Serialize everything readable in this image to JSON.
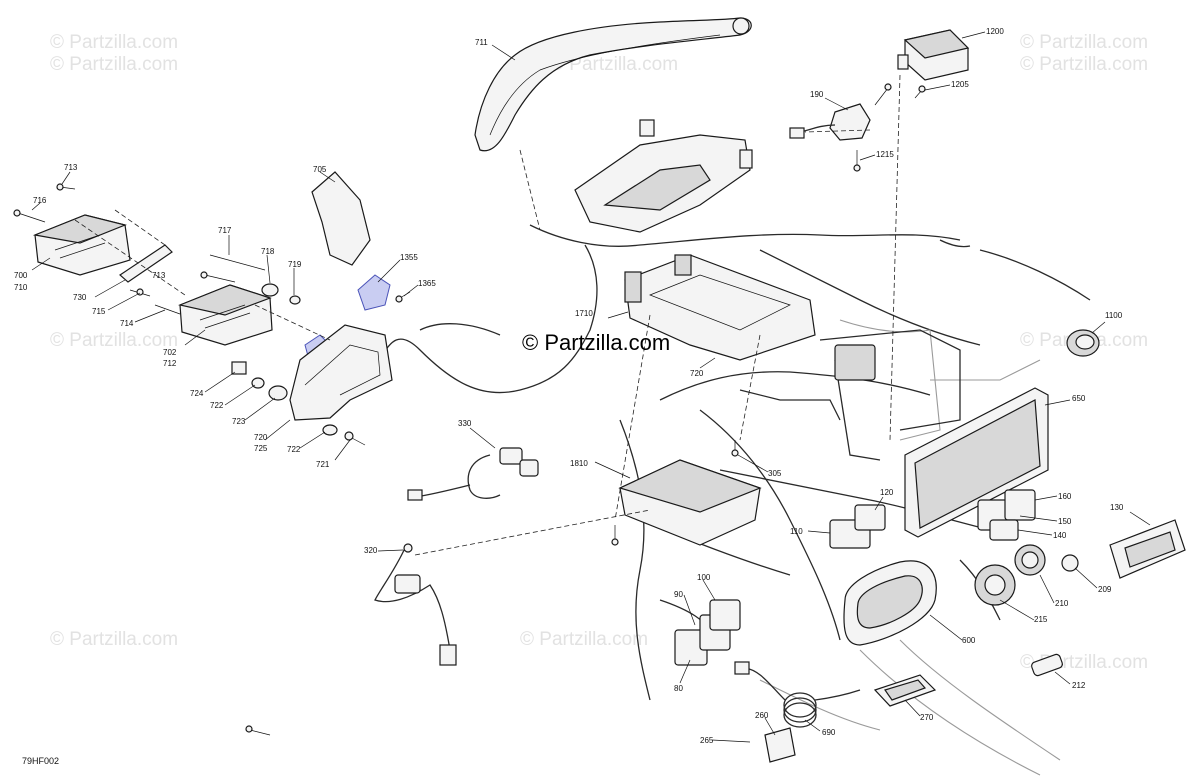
{
  "watermark": {
    "text": "© Partzilla.com",
    "center_text": "© Partzilla.com"
  },
  "diagram_code": "79HF002",
  "callouts": [
    {
      "id": "711"
    },
    {
      "id": "1200"
    },
    {
      "id": "1205"
    },
    {
      "id": "190"
    },
    {
      "id": "1215"
    },
    {
      "id": "713"
    },
    {
      "id": "716"
    },
    {
      "id": "705"
    },
    {
      "id": "717"
    },
    {
      "id": "718"
    },
    {
      "id": "719"
    },
    {
      "id": "1355"
    },
    {
      "id": "1365"
    },
    {
      "id": "700"
    },
    {
      "id": "710"
    },
    {
      "id": "730"
    },
    {
      "id": "713"
    },
    {
      "id": "715"
    },
    {
      "id": "714"
    },
    {
      "id": "702"
    },
    {
      "id": "712"
    },
    {
      "id": "1710"
    },
    {
      "id": "720"
    },
    {
      "id": "1100"
    },
    {
      "id": "724"
    },
    {
      "id": "722"
    },
    {
      "id": "723"
    },
    {
      "id": "720"
    },
    {
      "id": "725"
    },
    {
      "id": "722"
    },
    {
      "id": "721"
    },
    {
      "id": "650"
    },
    {
      "id": "330"
    },
    {
      "id": "305"
    },
    {
      "id": "1810"
    },
    {
      "id": "160"
    },
    {
      "id": "120"
    },
    {
      "id": "150"
    },
    {
      "id": "130"
    },
    {
      "id": "110"
    },
    {
      "id": "140"
    },
    {
      "id": "320"
    },
    {
      "id": "209"
    },
    {
      "id": "210"
    },
    {
      "id": "100"
    },
    {
      "id": "90"
    },
    {
      "id": "215"
    },
    {
      "id": "600"
    },
    {
      "id": "80"
    },
    {
      "id": "212"
    },
    {
      "id": "270"
    },
    {
      "id": "260"
    },
    {
      "id": "690"
    },
    {
      "id": "265"
    }
  ]
}
